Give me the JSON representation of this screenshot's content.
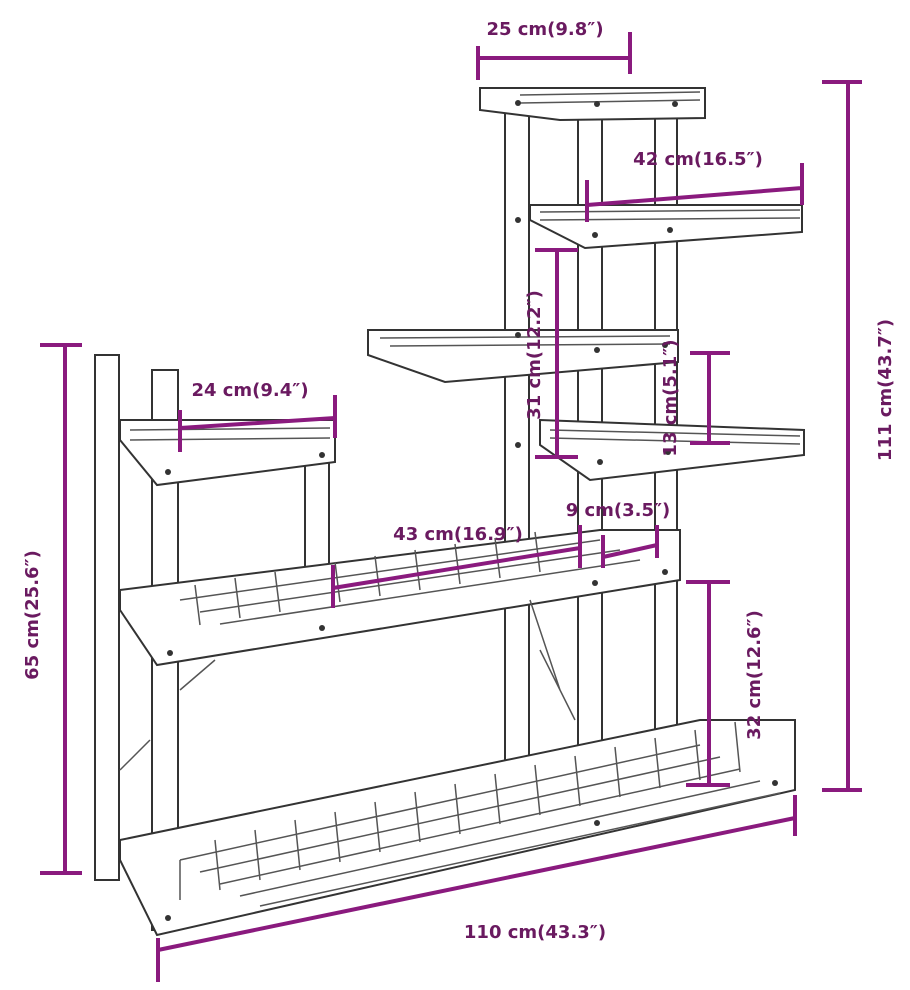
{
  "title": "Plant stand dimensions",
  "colors": {
    "dimension": "#8a1a7e",
    "label": "#6a1a60",
    "outline": "#333333"
  },
  "dimensions": {
    "top_shelf_width": "25 cm(9.8″)",
    "upper_right_shelf_width": "42 cm(16.5″)",
    "total_height": "111 cm(43.7″)",
    "left_height": "65 cm(25.6″)",
    "small_left_shelf_width": "24 cm(9.4″)",
    "middle_gap_height": "31 cm(12.2″)",
    "right_shelf_spacing": "13 cm(5.1″)",
    "middle_shelf_width": "43 cm(16.9″)",
    "middle_shelf_depth": "9 cm(3.5″)",
    "bottom_gap_height": "32 cm(12.6″)",
    "total_width": "110 cm(43.3″)"
  }
}
